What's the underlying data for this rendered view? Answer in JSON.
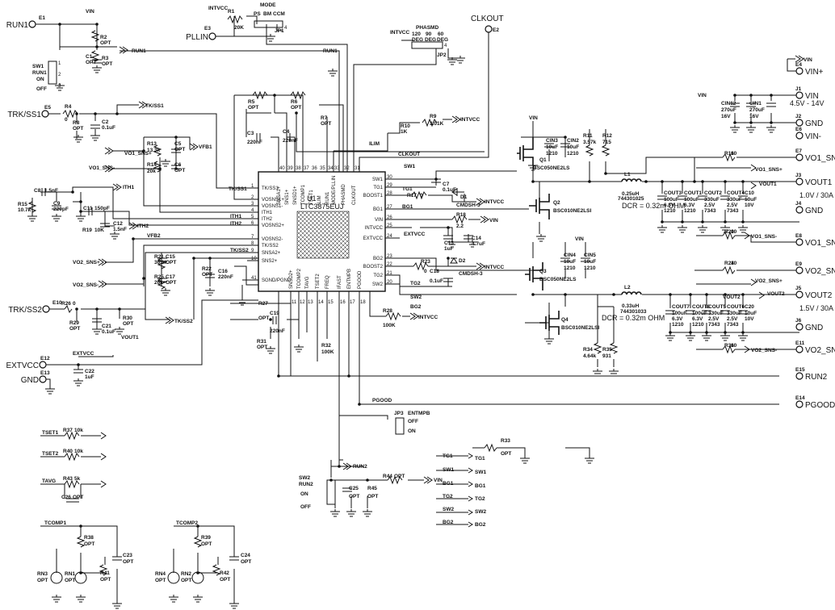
{
  "connectors": {
    "left": [
      {
        "net": "RUN1",
        "ref": "E1"
      },
      {
        "net": "TRK/SS1",
        "ref": "E5"
      },
      {
        "net": "TRK/SS2",
        "ref": "E10"
      },
      {
        "net": "EXTVCC",
        "ref": "E12"
      },
      {
        "net": "GND",
        "ref": "E13"
      }
    ],
    "top": [
      {
        "net": "PLLIN",
        "ref": "E3"
      },
      {
        "net": "CLKOUT",
        "ref": "E2"
      }
    ],
    "right": [
      {
        "net": "VIN+",
        "ref": "E4"
      },
      {
        "net": "VIN",
        "ref": "J1"
      },
      {
        "net": "GND",
        "ref": "J2"
      },
      {
        "net": "VIN-",
        "ref": "E6"
      },
      {
        "net": "VO1_SNS+",
        "ref": "E7"
      },
      {
        "net": "VOUT1",
        "ref": "J3"
      },
      {
        "net": "GND",
        "ref": "J4"
      },
      {
        "net": "VO1_SNS-",
        "ref": "E8"
      },
      {
        "net": "VO2_SNS+",
        "ref": "E9"
      },
      {
        "net": "VOUT2",
        "ref": "J5"
      },
      {
        "net": "GND",
        "ref": "J6"
      },
      {
        "net": "VO2_SNS-",
        "ref": "E11"
      },
      {
        "net": "RUN2",
        "ref": "E15"
      },
      {
        "net": "PGOOD",
        "ref": "E14"
      }
    ]
  },
  "rails": {
    "vin_range": "4.5V - 14V",
    "vout1_spec": "1.0V / 30A",
    "vout2_spec": "1.5V / 30A"
  },
  "ic": {
    "ref": "U1",
    "part": "LTC3875EUJ",
    "left_pins": [
      {
        "num": "1",
        "name": "TK/SS1"
      },
      {
        "num": "2",
        "name": "VOSNS1+"
      },
      {
        "num": "3",
        "name": "VOSNS1-"
      },
      {
        "num": "4",
        "name": "ITH1"
      },
      {
        "num": "5",
        "name": "ITH2"
      },
      {
        "num": "6",
        "name": "VOSNS2+"
      },
      {
        "num": "7",
        "name": "VOSNS2-"
      },
      {
        "num": "8",
        "name": "TK/SS2"
      },
      {
        "num": "9",
        "name": "SNSA2+"
      },
      {
        "num": "10",
        "name": "SNS2+"
      },
      {
        "num": "41",
        "name": "SGND/PGND"
      }
    ],
    "top_pins": [
      {
        "num": "40",
        "name": "SNSA1+"
      },
      {
        "num": "39",
        "name": "SNS1+"
      },
      {
        "num": "38",
        "name": "SNSD1+"
      },
      {
        "num": "37",
        "name": "TCOMP1"
      },
      {
        "num": "36",
        "name": "TSET1"
      },
      {
        "num": "35",
        "name": "ILIM"
      },
      {
        "num": "34",
        "name": "RUN1"
      },
      {
        "num": "33",
        "name": "MODE/PLLIN"
      },
      {
        "num": "32",
        "name": "PHASMD"
      },
      {
        "num": "31",
        "name": "CLKOUT"
      }
    ],
    "right_pins": [
      {
        "num": "30",
        "name": "SW1"
      },
      {
        "num": "29",
        "name": "TG1"
      },
      {
        "num": "28",
        "name": "BOOST1"
      },
      {
        "num": "27",
        "name": "BG1"
      },
      {
        "num": "26",
        "name": "VIN"
      },
      {
        "num": "25",
        "name": "INTVCC"
      },
      {
        "num": "24",
        "name": "EXTVCC"
      },
      {
        "num": "23",
        "name": "BG2"
      },
      {
        "num": "22",
        "name": "BOOST2"
      },
      {
        "num": "21",
        "name": "TG2"
      },
      {
        "num": "20",
        "name": "SW2"
      }
    ],
    "bottom_pins": [
      {
        "num": "11",
        "name": "SNSD2+"
      },
      {
        "num": "12",
        "name": "TCOMP2"
      },
      {
        "num": "13",
        "name": "TAVG"
      },
      {
        "num": "14",
        "name": "TSET2"
      },
      {
        "num": "15",
        "name": "FREQ"
      },
      {
        "num": "16",
        "name": "IFAST"
      },
      {
        "num": "17",
        "name": "ENTMPB"
      },
      {
        "num": "18",
        "name": "PGOOD"
      }
    ]
  },
  "parts": [
    {
      "ref": "R1",
      "val": "20K"
    },
    {
      "ref": "R2",
      "val": "OPT"
    },
    {
      "ref": "R3",
      "val": "OPT"
    },
    {
      "ref": "C1",
      "val": "OPT"
    },
    {
      "ref": "R4",
      "val": "0"
    },
    {
      "ref": "R8",
      "val": "OPT"
    },
    {
      "ref": "C2",
      "val": "0.1uF"
    },
    {
      "ref": "R5",
      "val": "OPT"
    },
    {
      "ref": "R6",
      "val": "OPT"
    },
    {
      "ref": "C3",
      "val": "220nF"
    },
    {
      "ref": "C4",
      "val": "220nF"
    },
    {
      "ref": "R7",
      "val": "OPT"
    },
    {
      "ref": "R9",
      "val": "3.01K"
    },
    {
      "ref": "R10",
      "val": "1K"
    },
    {
      "ref": "R13",
      "val": "13.3k"
    },
    {
      "ref": "R14",
      "val": "20k"
    },
    {
      "ref": "C5",
      "val": "OPT"
    },
    {
      "ref": "C6",
      "val": "OPT"
    },
    {
      "ref": "C8",
      "val": "1.5nF"
    },
    {
      "ref": "C9",
      "val": "220pF"
    },
    {
      "ref": "R15",
      "val": "10.7k"
    },
    {
      "ref": "C11",
      "val": "150pF"
    },
    {
      "ref": "C12",
      "val": "1.5nF"
    },
    {
      "ref": "R19",
      "val": "10K"
    },
    {
      "ref": "R21",
      "val": "30.1k"
    },
    {
      "ref": "R25",
      "val": "20k"
    },
    {
      "ref": "C15",
      "val": "OPT"
    },
    {
      "ref": "C17",
      "val": "OPT"
    },
    {
      "ref": "R22",
      "val": "OPT"
    },
    {
      "ref": "C16",
      "val": "220nF"
    },
    {
      "ref": "R26",
      "val": "0"
    },
    {
      "ref": "R29",
      "val": "OPT"
    },
    {
      "ref": "C21",
      "val": "0.1uF"
    },
    {
      "ref": "R30",
      "val": "OPT"
    },
    {
      "ref": "C22",
      "val": "1uF"
    },
    {
      "ref": "R27",
      "val": "OPT"
    },
    {
      "ref": "C19",
      "val": "220nF"
    },
    {
      "ref": "R31",
      "val": "OPT"
    },
    {
      "ref": "R32",
      "val": "100K"
    },
    {
      "ref": "R28",
      "val": "100K"
    },
    {
      "ref": "C7",
      "val": "0.1uF"
    },
    {
      "ref": "R17",
      "val": "0"
    },
    {
      "ref": "D1",
      "val": "CMDSH-3"
    },
    {
      "ref": "R18",
      "val": "2.2"
    },
    {
      "ref": "C13",
      "val": "1uF"
    },
    {
      "ref": "C14",
      "val": "4.7uF"
    },
    {
      "ref": "R23",
      "val": "0"
    },
    {
      "ref": "D2",
      "val": "CMDSH-3"
    },
    {
      "ref": "C18",
      "val": "0.1uF"
    },
    {
      "ref": "Q1",
      "val": "BSC050NE2LS"
    },
    {
      "ref": "Q2",
      "val": "BSC010NE2LSI"
    },
    {
      "ref": "Q3",
      "val": "BSC050NE2LS"
    },
    {
      "ref": "Q4",
      "val": "BSC010NE2LSI"
    },
    {
      "ref": "CIN3",
      "val": "10uF"
    },
    {
      "ref": "CIN2",
      "val": "10uF"
    },
    {
      "ref": "CIN4",
      "val": "10uF"
    },
    {
      "ref": "CIN5",
      "val": "10uF"
    },
    {
      "ref": "R11",
      "val": "3.57k"
    },
    {
      "ref": "R12",
      "val": "715"
    },
    {
      "ref": "R34",
      "val": "4.64k"
    },
    {
      "ref": "R35",
      "val": "931"
    },
    {
      "ref": "L1",
      "val": "0.25uH"
    },
    {
      "ref": "L2",
      "val": "0.33uH"
    },
    {
      "ref": "CIN12",
      "val": "270uF"
    },
    {
      "ref": "CIN1",
      "val": "270uF"
    },
    {
      "ref": "R16",
      "val": "10"
    },
    {
      "ref": "R20",
      "val": "10"
    },
    {
      "ref": "R24",
      "val": "10"
    },
    {
      "ref": "R36",
      "val": "10"
    },
    {
      "ref": "COUT3",
      "val": "100uF"
    },
    {
      "ref": "COUT1",
      "val": "100uF"
    },
    {
      "ref": "COUT2",
      "val": "330uF"
    },
    {
      "ref": "COUT4",
      "val": "330uF"
    },
    {
      "ref": "C10",
      "val": "10uF"
    },
    {
      "ref": "COUT7",
      "val": "100uF"
    },
    {
      "ref": "COUT8",
      "val": "100uF"
    },
    {
      "ref": "COUT5",
      "val": "330uF"
    },
    {
      "ref": "COUT6",
      "val": "330uF"
    },
    {
      "ref": "C20",
      "val": "10uF"
    },
    {
      "ref": "R33",
      "val": "OPT"
    },
    {
      "ref": "R37",
      "val": "10k"
    },
    {
      "ref": "R40",
      "val": "10k"
    },
    {
      "ref": "R43",
      "val": "5k"
    },
    {
      "ref": "C26",
      "val": "OPT"
    },
    {
      "ref": "C25",
      "val": "OPT"
    },
    {
      "ref": "R45",
      "val": "OPT"
    },
    {
      "ref": "R44",
      "val": "OPT"
    },
    {
      "ref": "R38",
      "val": "OPT"
    },
    {
      "ref": "R41",
      "val": "OPT"
    },
    {
      "ref": "C23",
      "val": "OPT"
    },
    {
      "ref": "RN3",
      "val": "OPT"
    },
    {
      "ref": "RN1",
      "val": "OPT"
    },
    {
      "ref": "R39",
      "val": "OPT"
    },
    {
      "ref": "R42",
      "val": "OPT"
    },
    {
      "ref": "C24",
      "val": "OPT"
    },
    {
      "ref": "RN4",
      "val": "OPT"
    },
    {
      "ref": "RN2",
      "val": "OPT"
    }
  ],
  "inductor_notes": {
    "l1_part": "744301025",
    "l1_dcr": "DCR = 0.32m OHM",
    "l2_part": "744301033",
    "l2_dcr": "DCR = 0.32m OHM"
  },
  "cap_specs": {
    "in_bulk": "16V",
    "ceramic_v": "6.3V",
    "ceramic_pkg": "1210",
    "poly_v": "2.5V",
    "poly_pkg": "7343",
    "c_10v": "10V",
    "cin_v": "16V"
  },
  "jumpers": {
    "jp1_ref": "JP1",
    "jp1_title": "MODE",
    "jp1_opts": [
      "PS",
      "BM",
      "CCM"
    ],
    "jp2_ref": "JP2",
    "jp2_title": "PHASMD",
    "jp2_opts": [
      "120",
      "90",
      "60"
    ],
    "jp2_unit": "DEG",
    "jp3_ref": "JP3",
    "jp3_title": "ENTMPB",
    "sw1_ref": "SW1",
    "sw1_net": "RUN1",
    "sw2_ref": "SW2",
    "sw2_net": "RUN2",
    "on": "ON",
    "off": "OFF"
  },
  "nets": {
    "intvcc": "INTVCC",
    "vin": "VIN",
    "run1": "RUN1",
    "run2": "RUN2",
    "tkss1": "TK/SS1",
    "tkss2": "TK/SS2",
    "vfb1": "VFB1",
    "vfb2": "VFB2",
    "ith1": "ITH1",
    "ith2": "ITH2",
    "vo1p": "VO1_SNS+",
    "vo1n": "VO1_SNS-",
    "vo2p": "VO2_SNS+",
    "vo2n": "VO2_SNS-",
    "vout1": "VOUT1",
    "vout2": "VOUT2",
    "sw1": "SW1",
    "sw2": "SW2",
    "tg1": "TG1",
    "tg2": "TG2",
    "bg1": "BG1",
    "bg2": "BG2",
    "ilim": "ILIM",
    "clkout": "CLKOUT",
    "pgood": "PGOOD",
    "extvcc": "EXTVCC",
    "tset1": "TSET1",
    "tset2": "TSET2",
    "tavg": "TAVG",
    "tcomp1": "TCOMP1",
    "tcomp2": "TCOMP2"
  },
  "pin_nums": {
    "sw1_pin1": "1",
    "sw1_pin2": "2",
    "sw1_pin3": "3",
    "jp_pin4": "4"
  }
}
